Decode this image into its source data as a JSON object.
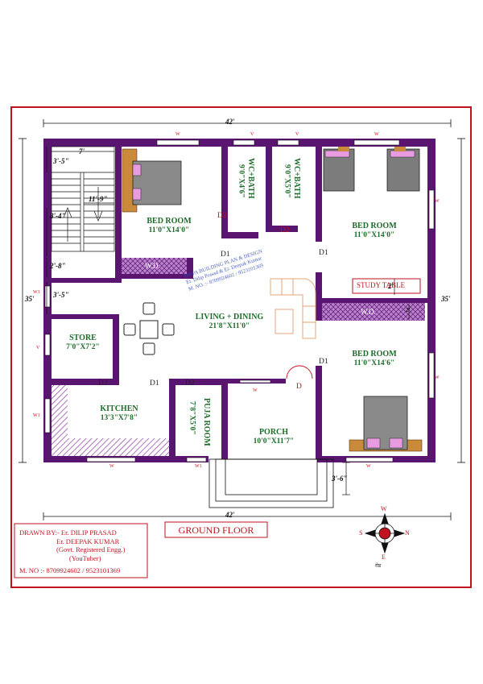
{
  "drawing": {
    "title": "GROUND FLOOR",
    "overall_width": "42'",
    "overall_depth": "35'",
    "rooms": [
      {
        "name": "BED ROOM",
        "size": "11'0\"X14'0\""
      },
      {
        "name": "WC+BATH",
        "size": "9'0\"X4'6\""
      },
      {
        "name": "WC+BATH",
        "size": "9'0\"X5'0\""
      },
      {
        "name": "BED ROOM",
        "size": "11'0\"X14'0\""
      },
      {
        "name": "LIVING + DINING",
        "size": "21'8\"X11'0\""
      },
      {
        "name": "STORE",
        "size": "7'0\"X7'2\""
      },
      {
        "name": "BED ROOM",
        "size": "11'0\"X14'6\""
      },
      {
        "name": "KITCHEN",
        "size": "13'3\"X7'8\""
      },
      {
        "name": "PUJA ROOM",
        "size": "7'8\"X5'0\""
      },
      {
        "name": "PORCH",
        "size": "10'0\"X11'7\""
      }
    ],
    "fixtures": {
      "wardrobe": "W.D.",
      "study_table": "STUDY TABLE"
    },
    "stair_dims": [
      "7'",
      "3'-5\"",
      "11'-9\"",
      "8'-4\"",
      "2'-8\"",
      "3'-5\""
    ],
    "other_dims": [
      "2'",
      "2'",
      "3'-6\""
    ],
    "door_codes": {
      "d1": "D1",
      "d2": "D2",
      "d": "D"
    },
    "window_codes": {
      "w": "W",
      "v": "V",
      "w1": "W1"
    },
    "compass": {
      "n": "N",
      "e": "E",
      "s": "S",
      "w": "W"
    },
    "compass_note": "रोड",
    "watermark": [
      "DIPPA BUILDING PLAN & DESIGN",
      "Er. Dilip Prasad & Er. Deepak Kumar",
      "M. NO. :- 8709924602 / 9523101369"
    ],
    "credits": {
      "line1": "DRAWN BY:- Er. DILIP PRASAD",
      "line2": "Er. DEEPAK KUMAR",
      "line3": "(Govt. Registered Engg.)",
      "line4": "(YouTuber)",
      "mobile": "M. NO :- 8709924602 / 9523101369"
    },
    "colors": {
      "wall": "#5a1570",
      "border": "#c1121f",
      "room_text": "#1e6b2a",
      "hatch": "#7b2d8e",
      "furniture": "#e89be0"
    }
  }
}
